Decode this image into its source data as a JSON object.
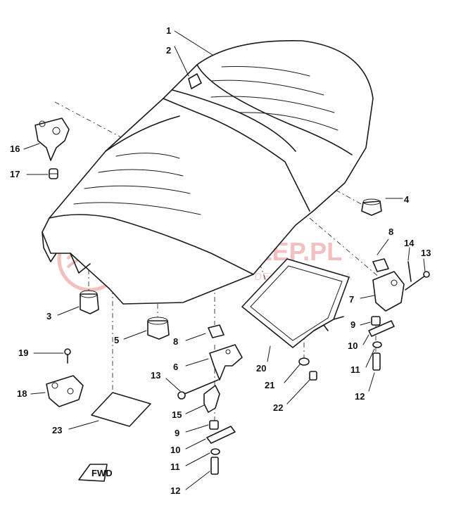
{
  "watermark": {
    "title": "YAMA-SKLEP.PL",
    "subtitle": "WOJCIECHOWICZ - DEALER YAMAHA",
    "color": "#f2b4b4"
  },
  "part_labels": [
    "1",
    "2",
    "3",
    "4",
    "5",
    "6",
    "7",
    "8",
    "8",
    "9",
    "9",
    "10",
    "10",
    "11",
    "11",
    "12",
    "12",
    "13",
    "13",
    "14",
    "15",
    "16",
    "17",
    "18",
    "19",
    "20",
    "21",
    "22",
    "23"
  ],
  "front_marker": "FWD"
}
